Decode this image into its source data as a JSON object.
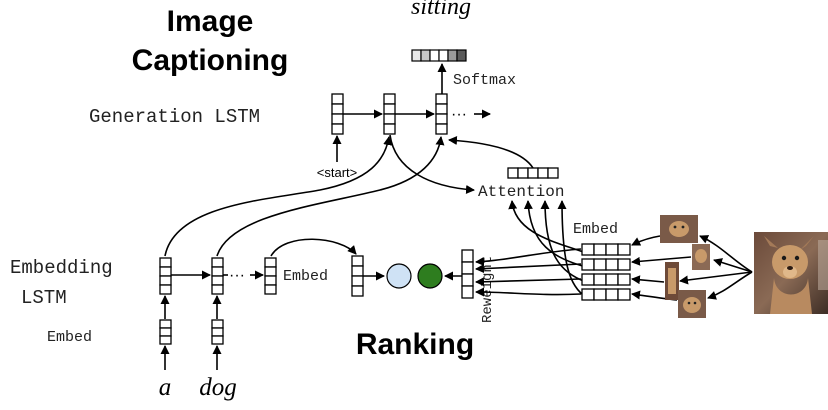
{
  "titles": {
    "captioning": [
      "Image",
      "Captioning"
    ],
    "ranking": "Ranking"
  },
  "labels": {
    "output_word": "sitting",
    "softmax": "Softmax",
    "generation_lstm": "Generation LSTM",
    "start_token": "<start>",
    "attention": "Attention",
    "embed_top": "Embed",
    "embedding_lstm": [
      "Embedding",
      "LSTM"
    ],
    "embed_left": "Embed",
    "embed_mid": "Embed",
    "reweight": "Reweight",
    "ellipsis": "···"
  },
  "input_words": [
    "a",
    "dog"
  ],
  "colors": {
    "circle_light": "#cfe2f5",
    "circle_dark": "#2e7d1f",
    "softmax_cells": [
      "#e8e8e8",
      "#c8c8c8",
      "#ffffff",
      "#ffffff",
      "#9a9a9a",
      "#5a5a5a"
    ]
  },
  "icons": {
    "dog_photo": "dog-photo-icon",
    "dog_crop": "dog-crop-icon"
  }
}
